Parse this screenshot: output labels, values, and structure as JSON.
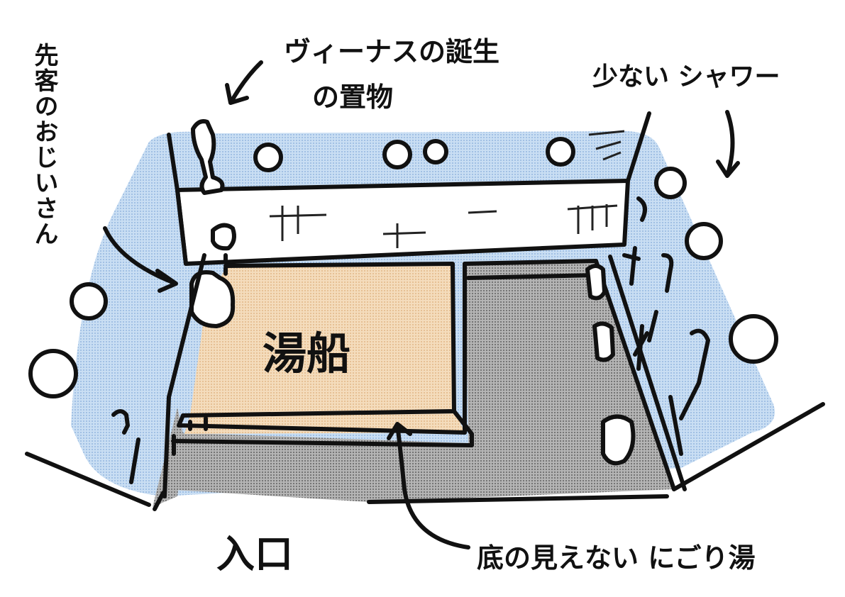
{
  "labels": {
    "senkyaku": "先客のおじいさん",
    "venus": "ヴィーナスの誕生",
    "okimono": "の置物",
    "shower": "少ない シャワー",
    "yubune": "湯船",
    "iriguchi": "入口",
    "nigorizu": "底の見えない にごり湯"
  },
  "colors": {
    "wall_blue": "#a9c9ea",
    "tub_water": "#f1d2ab",
    "floor_gray": "#9c9c9c",
    "ink": "#111111"
  }
}
